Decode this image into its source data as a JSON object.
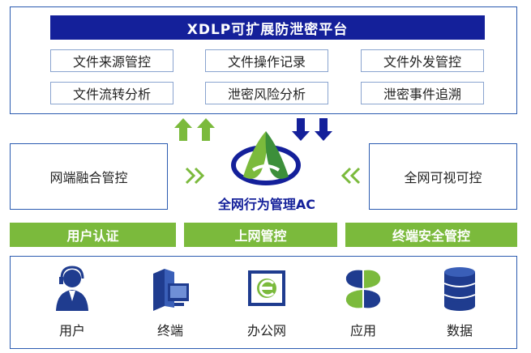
{
  "platform": {
    "title": "XDLP可扩展防泄密平台",
    "modules": [
      "文件来源管控",
      "文件操作记录",
      "文件外发管控",
      "文件流转分析",
      "泄密风险分析",
      "泄密事件追溯"
    ]
  },
  "middle": {
    "left_box": "网端融合管控",
    "right_box": "全网可视可控",
    "center_label": "全网行为管理AC"
  },
  "functions": [
    "用户认证",
    "上网管控",
    "终端安全管控"
  ],
  "endpoints": [
    {
      "label": "用户",
      "icon": "user-headset-icon"
    },
    {
      "label": "终端",
      "icon": "terminal-computer-icon"
    },
    {
      "label": "办公网",
      "icon": "browser-ie-icon"
    },
    {
      "label": "应用",
      "icon": "apps-clover-icon"
    },
    {
      "label": "数据",
      "icon": "database-icon"
    }
  ],
  "colors": {
    "navy": "#14209a",
    "frame_blue": "#2b5bb0",
    "green": "#7bba3c",
    "arrow_green": "#7bba3c",
    "arrow_blue": "#14209a"
  }
}
